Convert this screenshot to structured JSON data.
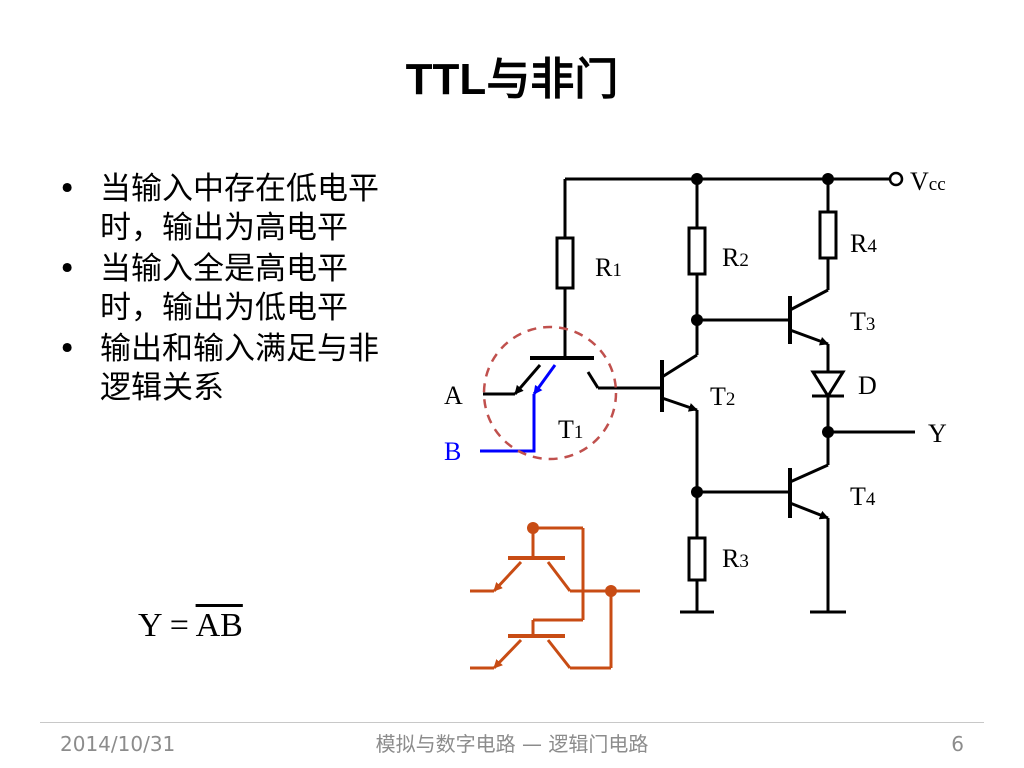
{
  "title": {
    "latin": "TTL",
    "cjk": "与非门"
  },
  "bullets": [
    "当输入中存在低电平时，输出为高电平",
    "当输入全是高电平时，输出为低电平",
    "输出和输入满足与非逻辑关系"
  ],
  "bullet_symbol": "•",
  "formula": {
    "lhs": "Y = ",
    "rhs": "AB"
  },
  "circuit": {
    "vcc": {
      "main": "V",
      "sub": "cc"
    },
    "labels": {
      "r1": {
        "main": "R",
        "sub": "1"
      },
      "r2": {
        "main": "R",
        "sub": "2"
      },
      "r3": {
        "main": "R",
        "sub": "3"
      },
      "r4": {
        "main": "R",
        "sub": "4"
      },
      "t1": {
        "main": "T",
        "sub": "1"
      },
      "t2": {
        "main": "T",
        "sub": "2"
      },
      "t3": {
        "main": "T",
        "sub": "3"
      },
      "t4": {
        "main": "T",
        "sub": "4"
      },
      "d": "D",
      "a": "A",
      "b": "B",
      "y": "Y"
    },
    "colors": {
      "wire": "#000000",
      "input_b": "#0000ff",
      "highlight_circle": "#c0504d",
      "equivalent": "#c84c14"
    }
  },
  "footer": {
    "date": "2014/10/31",
    "center": "模拟与数字电路 — 逻辑门电路",
    "page": "6"
  }
}
